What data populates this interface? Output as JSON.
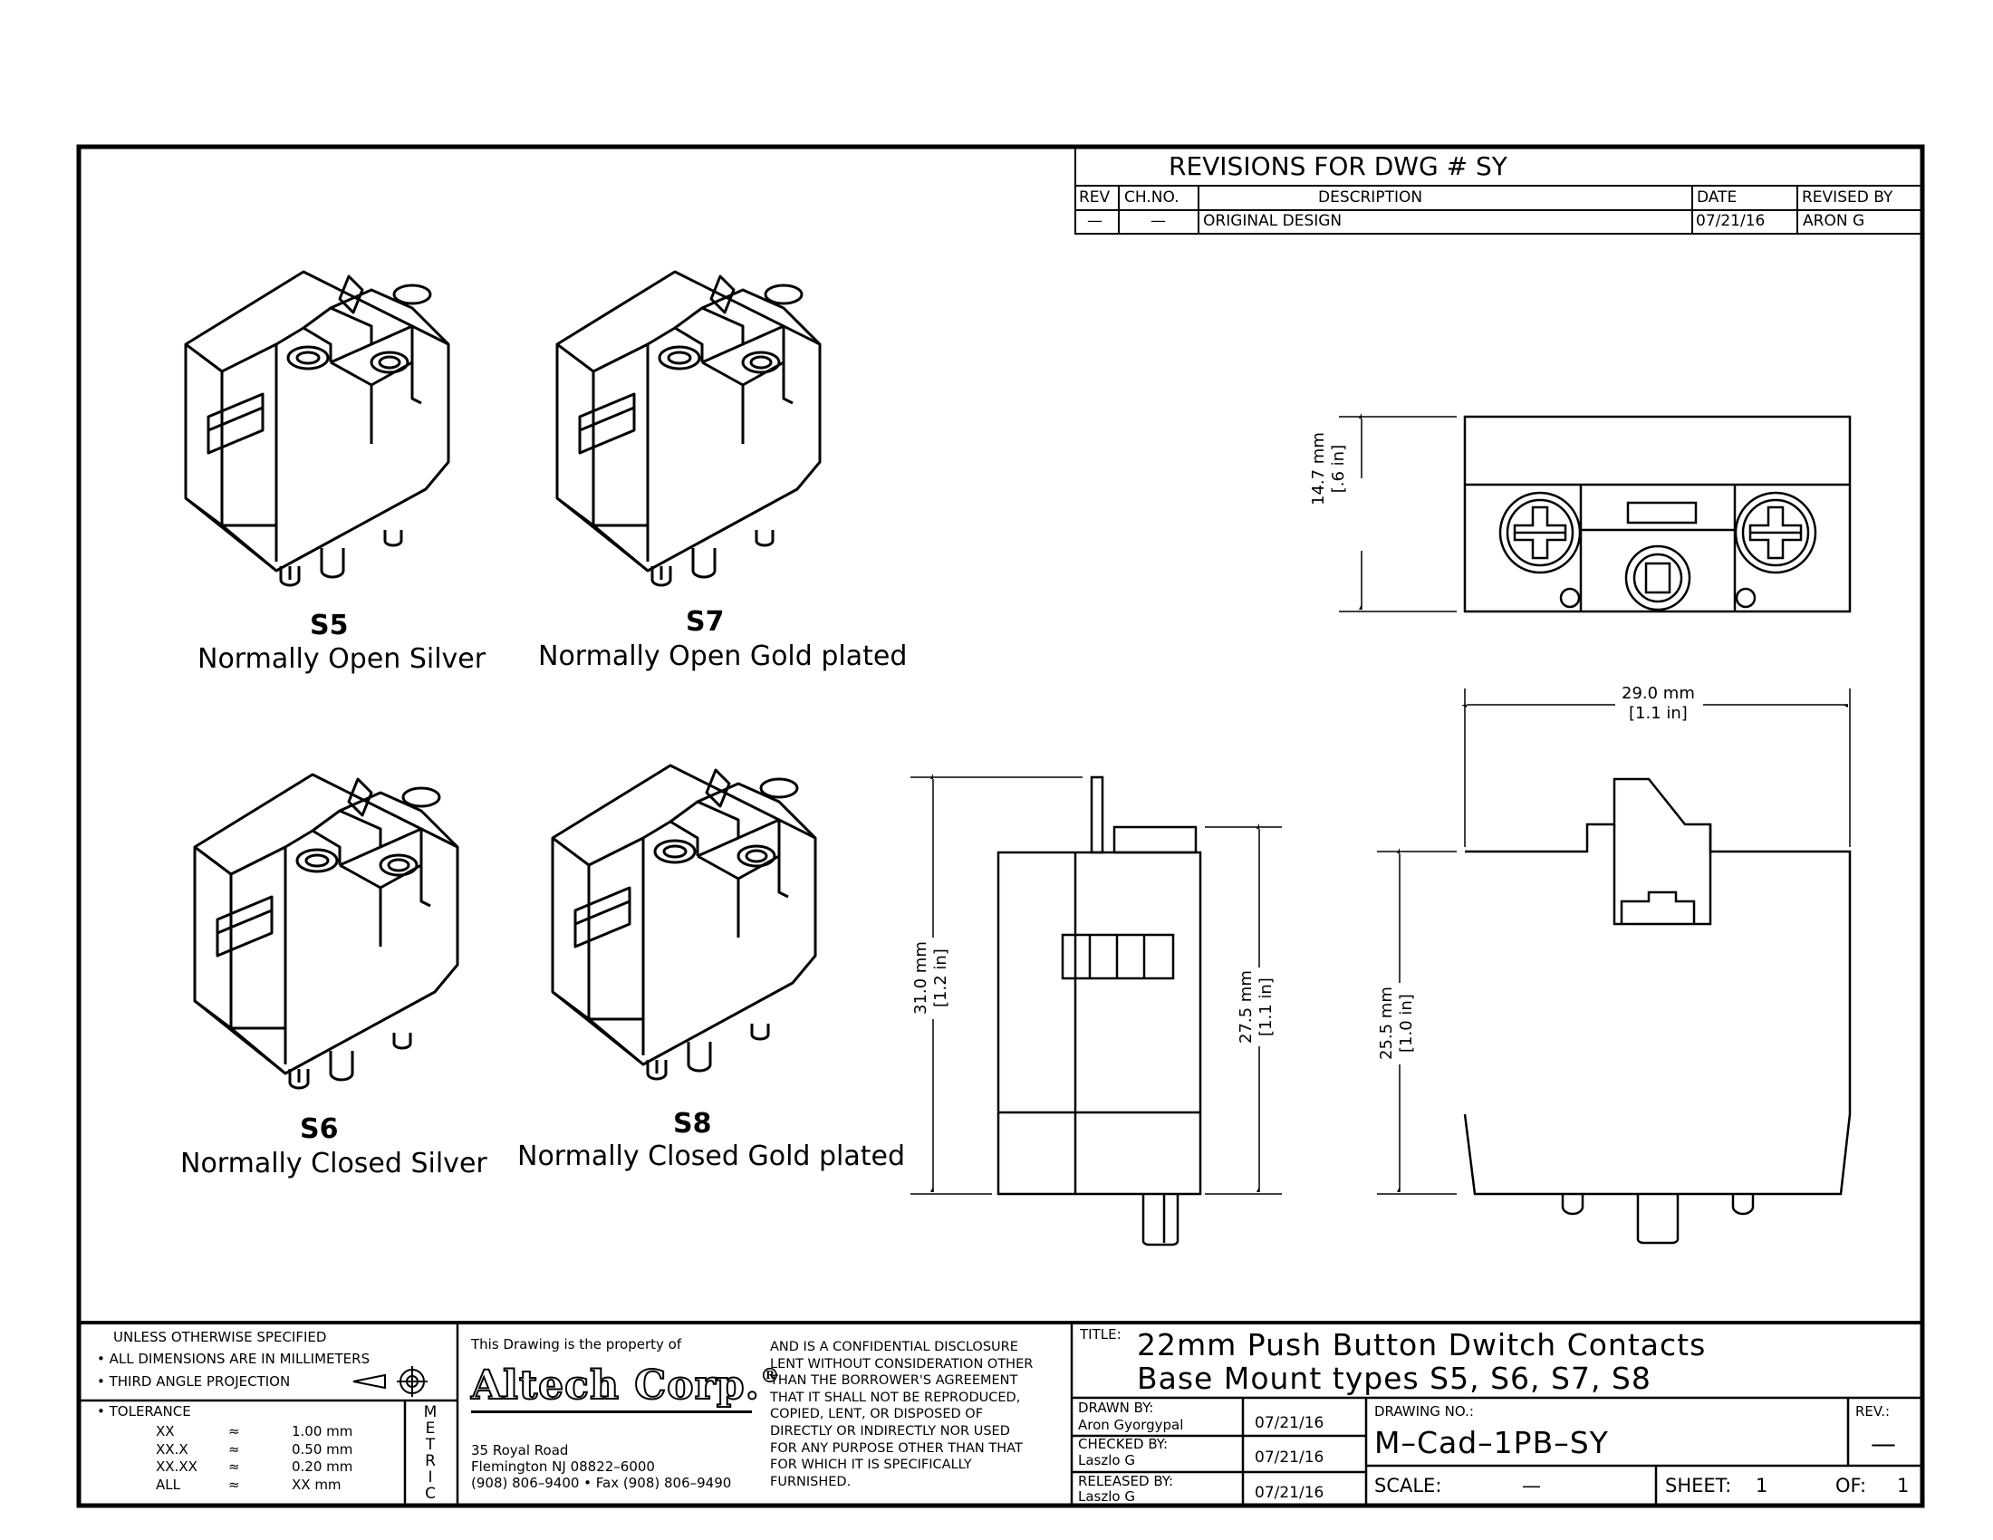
{
  "revisions": {
    "title": "REVISIONS  FOR  DWG  #  SY",
    "headers": [
      "REV",
      "CH.NO.",
      "DESCRIPTION",
      "DATE",
      "REVISED BY"
    ],
    "rows": [
      [
        "—",
        "—",
        "ORIGINAL  DESIGN",
        "07/21/16",
        "ARON  G"
      ]
    ]
  },
  "variants": [
    {
      "code": "S5",
      "desc": "Normally Open Silver"
    },
    {
      "code": "S7",
      "desc": "Normally Open Gold plated"
    },
    {
      "code": "S6",
      "desc": "Normally Closed Silver"
    },
    {
      "code": "S8",
      "desc": "Normally Closed Gold plated"
    }
  ],
  "dimensions": {
    "top_height": {
      "mm": "14.7 mm",
      "in": "[.6 in]"
    },
    "width": {
      "mm": "29.0 mm",
      "in": "[1.1 in]"
    },
    "side_total": {
      "mm": "31.0 mm",
      "in": "[1.2 in]"
    },
    "side_body": {
      "mm": "27.5 mm",
      "in": "[1.1 in]"
    },
    "front_body": {
      "mm": "25.5 mm",
      "in": "[1.0 in]"
    }
  },
  "notes": {
    "line1": "UNLESS  OTHERWISE  SPECIFIED",
    "line2": "• ALL  DIMENSIONS  ARE  IN  MILLIMETERS",
    "line3": "• THIRD  ANGLE  PROJECTION",
    "tolerance_label": "• TOLERANCE",
    "tolerances": [
      {
        "fmt": "XX",
        "sym": "≈",
        "val": "1.00 mm"
      },
      {
        "fmt": "XX.X",
        "sym": "≈",
        "val": "0.50 mm"
      },
      {
        "fmt": "XX.XX",
        "sym": "≈",
        "val": "0.20 mm"
      },
      {
        "fmt": "ALL",
        "sym": "≈",
        "val": "XX mm"
      }
    ],
    "metric": [
      "M",
      "E",
      "T",
      "R",
      "I",
      "C"
    ]
  },
  "company": {
    "property_text": "This  Drawing  is  the  property  of",
    "name": "Altech Corp.",
    "reg": "®",
    "address1": "35  Royal  Road",
    "address2": "Flemington  NJ  08822–6000",
    "phone": "(908)  806–9400 • Fax  (908)  806–9490"
  },
  "confidential": [
    "AND  IS  A  CONFIDENTIAL  DISCLOSURE",
    "LENT  WITHOUT  CONSIDERATION  OTHER",
    "THAN  THE  BORROWER'S  AGREEMENT",
    "THAT  IT  SHALL  NOT  BE  REPRODUCED,",
    "COPIED,  LENT,  OR  DISPOSED  OF",
    "DIRECTLY  OR  INDIRECTLY  NOR  USED",
    "FOR  ANY  PURPOSE  OTHER  THAN  THAT",
    "FOR  WHICH  IT  IS  SPECIFICALLY",
    "FURNISHED."
  ],
  "title_block": {
    "title_label": "TITLE:",
    "title_line1": "22mm  Push  Button  Dwitch  Contacts",
    "title_line2": "Base  Mount  types  S5,  S6,  S7,  S8",
    "drawn_label": "DRAWN  BY:",
    "drawn_name": "Aron  Gyorgypal",
    "drawn_date": "07/21/16",
    "checked_label": "CHECKED  BY:",
    "checked_name": "Laszlo  G",
    "checked_date": "07/21/16",
    "released_label": "RELEASED  BY:",
    "released_name": "Laszlo  G",
    "released_date": "07/21/16",
    "drawing_no_label": "DRAWING  NO.:",
    "drawing_no": "M–Cad–1PB–SY",
    "rev_label": "REV.:",
    "rev": "—",
    "scale_label": "SCALE:",
    "scale": "—",
    "sheet_label": "SHEET:",
    "sheet": "1",
    "of_label": "OF:",
    "of": "1"
  }
}
